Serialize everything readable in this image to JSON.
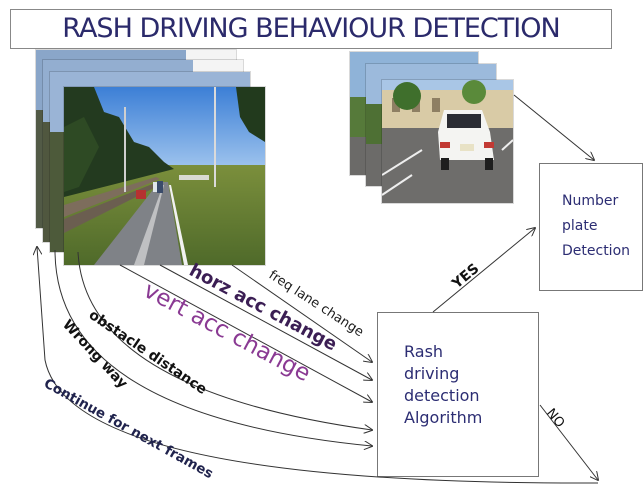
{
  "title": "RASH DRIVING BEHAVIOUR DETECTION",
  "algorithm_box": {
    "lines": [
      "Rash",
      "driving",
      "detection",
      "Algorithm"
    ]
  },
  "plate_box": {
    "lines": [
      "Number",
      "plate",
      "Detection"
    ]
  },
  "arrow_labels": {
    "freq_lane": "freq lane change",
    "horz_acc": "horz acc change",
    "vert_acc": "vert acc change",
    "obstacle": "obstacle distance",
    "wrong_way": "Wrong way",
    "continue": "Continue for next frames",
    "yes": "YES",
    "no": "NO"
  },
  "colors": {
    "title": "#2b2a6b",
    "purple_dark": "#3b1e54",
    "purple_light": "#8a3a93",
    "navy": "#20234d",
    "box_text": "#2c2d73"
  },
  "images": {
    "road_frames": "road-camera-frame-stack",
    "car_frames": "parked-car-frame-stack"
  }
}
